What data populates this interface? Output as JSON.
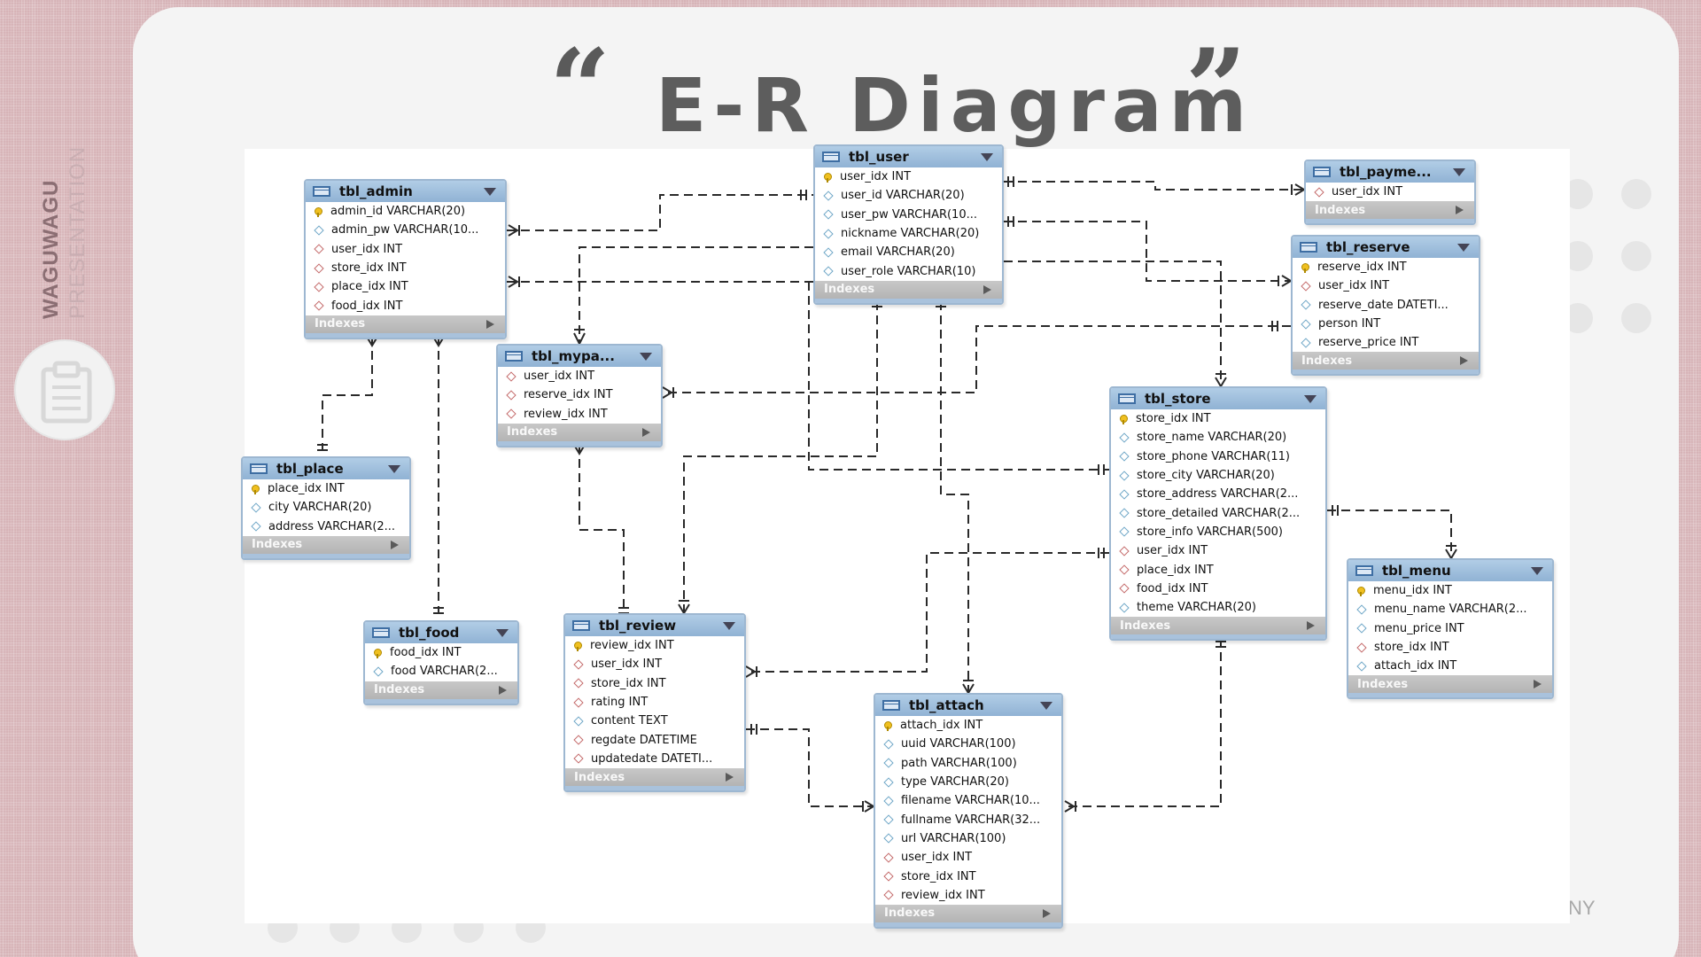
{
  "side": {
    "title": "WAGUWAGU",
    "subtitle": "PRESENTATION",
    "button_icon": "clipboard-icon"
  },
  "slide": {
    "title": "E-R Diagram",
    "quote_open": "“",
    "quote_close": "”",
    "footer": "NY"
  },
  "diagram": {
    "indexes_label": "Indexes",
    "tables": [
      {
        "id": "admin",
        "name": "tbl_admin",
        "columns": [
          {
            "icon": "key",
            "text": "admin_id VARCHAR(20)"
          },
          {
            "icon": "col",
            "text": "admin_pw VARCHAR(10..."
          },
          {
            "icon": "fk",
            "text": "user_idx INT"
          },
          {
            "icon": "fk",
            "text": "store_idx INT"
          },
          {
            "icon": "fk",
            "text": "place_idx INT"
          },
          {
            "icon": "fk",
            "text": "food_idx INT"
          }
        ]
      },
      {
        "id": "user",
        "name": "tbl_user",
        "columns": [
          {
            "icon": "key",
            "text": "user_idx INT"
          },
          {
            "icon": "col",
            "text": "user_id VARCHAR(20)"
          },
          {
            "icon": "col",
            "text": "user_pw VARCHAR(10..."
          },
          {
            "icon": "col",
            "text": "nickname VARCHAR(20)"
          },
          {
            "icon": "col",
            "text": "email VARCHAR(20)"
          },
          {
            "icon": "col",
            "text": "user_role VARCHAR(10)"
          }
        ]
      },
      {
        "id": "payment",
        "name": "tbl_payme...",
        "columns": [
          {
            "icon": "fk",
            "text": "user_idx INT"
          }
        ]
      },
      {
        "id": "reserve",
        "name": "tbl_reserve",
        "columns": [
          {
            "icon": "key",
            "text": "reserve_idx INT"
          },
          {
            "icon": "fk",
            "text": "user_idx INT"
          },
          {
            "icon": "col",
            "text": "reserve_date DATETI..."
          },
          {
            "icon": "col",
            "text": "person INT"
          },
          {
            "icon": "col",
            "text": "reserve_price INT"
          }
        ]
      },
      {
        "id": "mypage",
        "name": "tbl_mypa...",
        "columns": [
          {
            "icon": "fk",
            "text": "user_idx INT"
          },
          {
            "icon": "fk",
            "text": "reserve_idx INT"
          },
          {
            "icon": "fk",
            "text": "review_idx INT"
          }
        ]
      },
      {
        "id": "store",
        "name": "tbl_store",
        "columns": [
          {
            "icon": "key",
            "text": "store_idx INT"
          },
          {
            "icon": "col",
            "text": "store_name VARCHAR(20)"
          },
          {
            "icon": "col",
            "text": "store_phone VARCHAR(11)"
          },
          {
            "icon": "col",
            "text": "store_city VARCHAR(20)"
          },
          {
            "icon": "col",
            "text": "store_address VARCHAR(2..."
          },
          {
            "icon": "col",
            "text": "store_detailed VARCHAR(2..."
          },
          {
            "icon": "col",
            "text": "store_info VARCHAR(500)"
          },
          {
            "icon": "fk",
            "text": "user_idx INT"
          },
          {
            "icon": "fk",
            "text": "place_idx INT"
          },
          {
            "icon": "fk",
            "text": "food_idx INT"
          },
          {
            "icon": "col",
            "text": "theme VARCHAR(20)"
          }
        ]
      },
      {
        "id": "place",
        "name": "tbl_place",
        "columns": [
          {
            "icon": "key",
            "text": "place_idx INT"
          },
          {
            "icon": "col",
            "text": "city VARCHAR(20)"
          },
          {
            "icon": "col",
            "text": "address VARCHAR(2..."
          }
        ]
      },
      {
        "id": "menu",
        "name": "tbl_menu",
        "columns": [
          {
            "icon": "key",
            "text": "menu_idx INT"
          },
          {
            "icon": "col",
            "text": "menu_name VARCHAR(2..."
          },
          {
            "icon": "col",
            "text": "menu_price INT"
          },
          {
            "icon": "fk",
            "text": "store_idx INT"
          },
          {
            "icon": "col",
            "text": "attach_idx INT"
          }
        ]
      },
      {
        "id": "food",
        "name": "tbl_food",
        "columns": [
          {
            "icon": "key",
            "text": "food_idx INT"
          },
          {
            "icon": "col",
            "text": "food VARCHAR(2..."
          }
        ]
      },
      {
        "id": "review",
        "name": "tbl_review",
        "columns": [
          {
            "icon": "key",
            "text": "review_idx INT"
          },
          {
            "icon": "fk",
            "text": "user_idx INT"
          },
          {
            "icon": "fk",
            "text": "store_idx INT"
          },
          {
            "icon": "fk",
            "text": "rating INT"
          },
          {
            "icon": "col",
            "text": "content TEXT"
          },
          {
            "icon": "fk",
            "text": "regdate DATETIME"
          },
          {
            "icon": "fk",
            "text": "updatedate DATETI..."
          }
        ]
      },
      {
        "id": "attach",
        "name": "tbl_attach",
        "columns": [
          {
            "icon": "key",
            "text": "attach_idx INT"
          },
          {
            "icon": "col",
            "text": "uuid VARCHAR(100)"
          },
          {
            "icon": "col",
            "text": "path VARCHAR(100)"
          },
          {
            "icon": "col",
            "text": "type VARCHAR(20)"
          },
          {
            "icon": "col",
            "text": "filename VARCHAR(10..."
          },
          {
            "icon": "col",
            "text": "fullname VARCHAR(32..."
          },
          {
            "icon": "col",
            "text": "url VARCHAR(100)"
          },
          {
            "icon": "fk",
            "text": "user_idx INT"
          },
          {
            "icon": "fk",
            "text": "store_idx INT"
          },
          {
            "icon": "fk",
            "text": "review_idx INT"
          }
        ]
      }
    ]
  }
}
